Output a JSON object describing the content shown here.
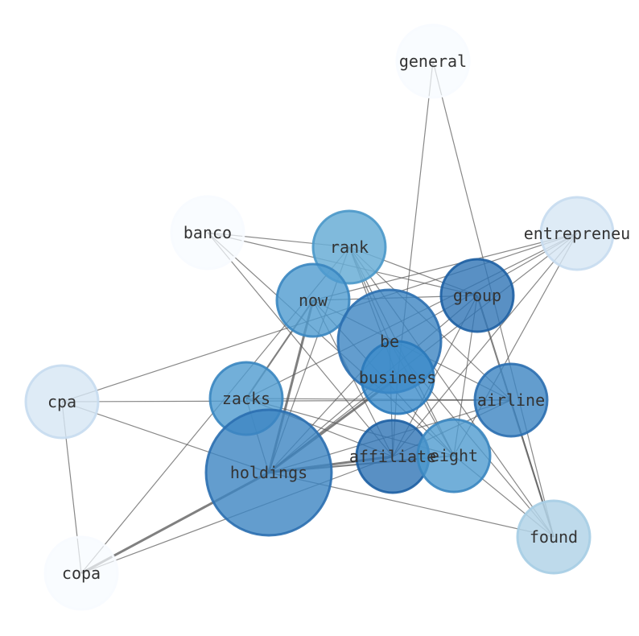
{
  "nodes": [
    {
      "id": "general",
      "label": "general",
      "fill": "#f7fbff",
      "stroke": "#f7fbff",
      "opacity": 0.7
    },
    {
      "id": "banco",
      "label": "banco",
      "fill": "#f7fbff",
      "stroke": "#f7fbff",
      "opacity": 0.7
    },
    {
      "id": "entrepreneur",
      "label": "entrepreneu",
      "fill": "#d6e6f4",
      "stroke": "#c6dbef",
      "opacity": 0.8
    },
    {
      "id": "rank",
      "label": "rank",
      "fill": "#6aaed6",
      "stroke": "#4a98c9",
      "opacity": 0.85
    },
    {
      "id": "group",
      "label": "group",
      "fill": "#2f74b5",
      "stroke": "#1d5fa3",
      "opacity": 0.8
    },
    {
      "id": "now",
      "label": "now",
      "fill": "#4f9bd0",
      "stroke": "#3a86c0",
      "opacity": 0.8
    },
    {
      "id": "be",
      "label": "be",
      "fill": "#3c84c2",
      "stroke": "#2b6fb0",
      "opacity": 0.8
    },
    {
      "id": "business",
      "label": "business",
      "fill": "#3c8ccb",
      "stroke": "#2a79ba",
      "opacity": 0.8
    },
    {
      "id": "cpa",
      "label": "cpa",
      "fill": "#d6e6f4",
      "stroke": "#c6dbef",
      "opacity": 0.8
    },
    {
      "id": "zacks",
      "label": "zacks",
      "fill": "#4f9bd0",
      "stroke": "#3a86c0",
      "opacity": 0.8
    },
    {
      "id": "airline",
      "label": "airline",
      "fill": "#3c84c2",
      "stroke": "#2b6fb0",
      "opacity": 0.8
    },
    {
      "id": "holdings",
      "label": "holdings",
      "fill": "#3c84c2",
      "stroke": "#2b6fb0",
      "opacity": 0.8
    },
    {
      "id": "affiliate",
      "label": "affiliate",
      "fill": "#2f74b5",
      "stroke": "#1d5fa3",
      "opacity": 0.8
    },
    {
      "id": "eight",
      "label": "eight",
      "fill": "#4f9bd0",
      "stroke": "#3a86c0",
      "opacity": 0.8
    },
    {
      "id": "found",
      "label": "found",
      "fill": "#b3d4e8",
      "stroke": "#a6cde4",
      "opacity": 0.85
    },
    {
      "id": "copa",
      "label": "copa",
      "fill": "#f7fbff",
      "stroke": "#f7fbff",
      "opacity": 0.7
    }
  ],
  "edges": [
    {
      "source": "general",
      "target": "business",
      "weight": 1
    },
    {
      "source": "general",
      "target": "found",
      "weight": 1
    },
    {
      "source": "banco",
      "target": "group",
      "weight": 1
    },
    {
      "source": "banco",
      "target": "affiliate",
      "weight": 1
    },
    {
      "source": "banco",
      "target": "eight",
      "weight": 1
    },
    {
      "source": "entrepreneur",
      "target": "now",
      "weight": 1
    },
    {
      "source": "entrepreneur",
      "target": "be",
      "weight": 1
    },
    {
      "source": "entrepreneur",
      "target": "zacks",
      "weight": 1
    },
    {
      "source": "entrepreneur",
      "target": "holdings",
      "weight": 1
    },
    {
      "source": "entrepreneur",
      "target": "affiliate",
      "weight": 1
    },
    {
      "source": "entrepreneur",
      "target": "eight",
      "weight": 1
    },
    {
      "source": "entrepreneur",
      "target": "cpa",
      "weight": 1
    },
    {
      "source": "rank",
      "target": "banco",
      "weight": 1
    },
    {
      "source": "rank",
      "target": "holdings",
      "weight": 1
    },
    {
      "source": "rank",
      "target": "copa",
      "weight": 1
    },
    {
      "source": "rank",
      "target": "be",
      "weight": 1
    },
    {
      "source": "rank",
      "target": "business",
      "weight": 1
    },
    {
      "source": "rank",
      "target": "airline",
      "weight": 1
    },
    {
      "source": "rank",
      "target": "found",
      "weight": 1
    },
    {
      "source": "rank",
      "target": "group",
      "weight": 1
    },
    {
      "source": "rank",
      "target": "eight",
      "weight": 1
    },
    {
      "source": "group",
      "target": "now",
      "weight": 1
    },
    {
      "source": "group",
      "target": "holdings",
      "weight": 1
    },
    {
      "source": "group",
      "target": "affiliate",
      "weight": 1
    },
    {
      "source": "group",
      "target": "eight",
      "weight": 1
    },
    {
      "source": "group",
      "target": "found",
      "weight": 2
    },
    {
      "source": "now",
      "target": "holdings",
      "weight": 3
    },
    {
      "source": "now",
      "target": "zacks",
      "weight": 2
    },
    {
      "source": "now",
      "target": "airline",
      "weight": 1
    },
    {
      "source": "now",
      "target": "eight",
      "weight": 1
    },
    {
      "source": "now",
      "target": "affiliate",
      "weight": 1
    },
    {
      "source": "be",
      "target": "holdings",
      "weight": 1
    },
    {
      "source": "be",
      "target": "affiliate",
      "weight": 1
    },
    {
      "source": "be",
      "target": "eight",
      "weight": 1
    },
    {
      "source": "be",
      "target": "found",
      "weight": 1
    },
    {
      "source": "business",
      "target": "holdings",
      "weight": 3
    },
    {
      "source": "business",
      "target": "affiliate",
      "weight": 1
    },
    {
      "source": "cpa",
      "target": "airline",
      "weight": 1
    },
    {
      "source": "cpa",
      "target": "holdings",
      "weight": 1
    },
    {
      "source": "cpa",
      "target": "copa",
      "weight": 1
    },
    {
      "source": "zacks",
      "target": "airline",
      "weight": 1
    },
    {
      "source": "zacks",
      "target": "eight",
      "weight": 1
    },
    {
      "source": "zacks",
      "target": "affiliate",
      "weight": 1
    },
    {
      "source": "zacks",
      "target": "holdings",
      "weight": 1
    },
    {
      "source": "airline",
      "target": "holdings",
      "weight": 1
    },
    {
      "source": "airline",
      "target": "affiliate",
      "weight": 1
    },
    {
      "source": "airline",
      "target": "found",
      "weight": 1
    },
    {
      "source": "holdings",
      "target": "affiliate",
      "weight": 3
    },
    {
      "source": "holdings",
      "target": "eight",
      "weight": 2
    },
    {
      "source": "holdings",
      "target": "found",
      "weight": 1
    },
    {
      "source": "holdings",
      "target": "copa",
      "weight": 3
    },
    {
      "source": "affiliate",
      "target": "copa",
      "weight": 1
    },
    {
      "source": "eight",
      "target": "found",
      "weight": 1
    }
  ]
}
